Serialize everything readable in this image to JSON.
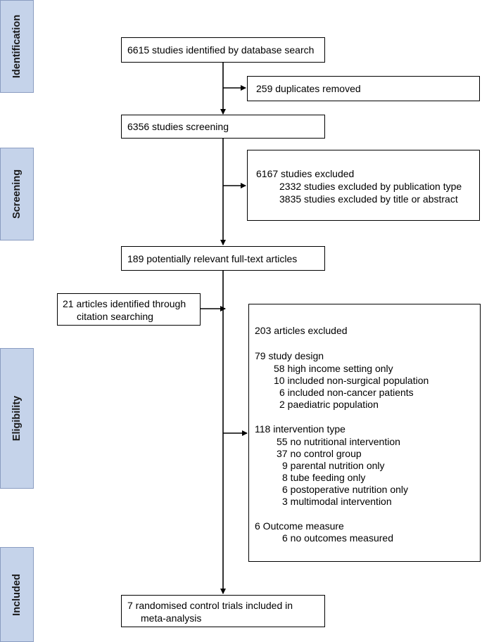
{
  "stages": {
    "identification": "Identification",
    "screening": "Screening",
    "eligibility": "Eligibility",
    "included": "Included"
  },
  "boxes": {
    "identified": "6615 studies identified by database search",
    "duplicates": "259 duplicates removed",
    "screening": "6356 studies screening",
    "excluded_screen": {
      "title": "6167 studies excluded",
      "items": [
        "2332 studies excluded by publication type",
        "3835 studies excluded by title or abstract"
      ]
    },
    "fulltext": "189 potentially relevant full-text articles",
    "citation": [
      "21 articles identified through",
      "citation searching"
    ],
    "excluded_full": {
      "title": "203 articles excluded",
      "groups": [
        {
          "heading": "79 study design",
          "items": [
            "58 high income setting only",
            "10 included non-surgical population",
            "6 included non-cancer patients",
            "2 paediatric population"
          ]
        },
        {
          "heading": "118 intervention type",
          "items": [
            "55 no nutritional intervention",
            "37 no control group",
            "9 parental nutrition only",
            "8 tube feeding only",
            "6 postoperative nutrition only",
            "3 multimodal intervention"
          ]
        },
        {
          "heading": "6 Outcome measure",
          "items": [
            "6 no outcomes measured"
          ]
        }
      ]
    },
    "included": [
      "7 randomised control trials included in",
      "meta-analysis"
    ]
  }
}
